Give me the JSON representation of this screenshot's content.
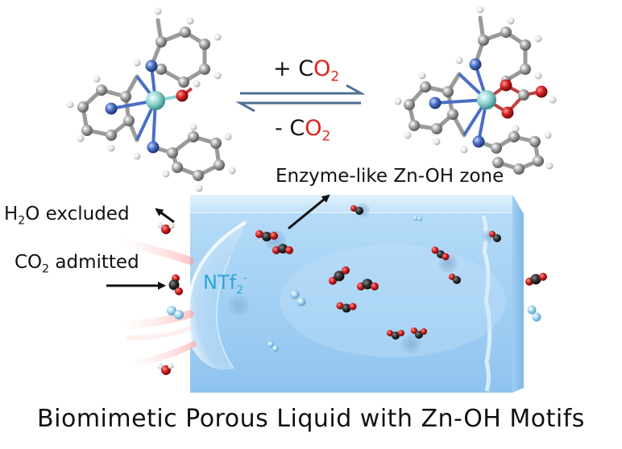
{
  "reaction": {
    "forward_sign": "+",
    "reverse_sign": "-",
    "co2_c": "C",
    "co2_o": "O",
    "co2_sub": "2"
  },
  "labels": {
    "zone": "Enzyme-like Zn-OH zone",
    "h2o_h": "H",
    "h2o_sub": "2",
    "h2o_rest": "O excluded",
    "co2_prefix": "CO",
    "co2_sub": "2",
    "co2_rest": " admitted",
    "anion_main": "NTf",
    "anion_sub": "2",
    "anion_sup": "-"
  },
  "caption": "Biomimetic Porous Liquid with Zn-OH Motifs",
  "colors": {
    "carbon": "#8f8f8f",
    "nitrogen": "#3e63b8",
    "zinc": "#8fd3d0",
    "oxygen": "#d42020",
    "hydrogen": "#e8e8e8",
    "liquid": "#a9d3f5",
    "arrow": "#4f6f95",
    "anion_text": "#2aa7d8"
  }
}
